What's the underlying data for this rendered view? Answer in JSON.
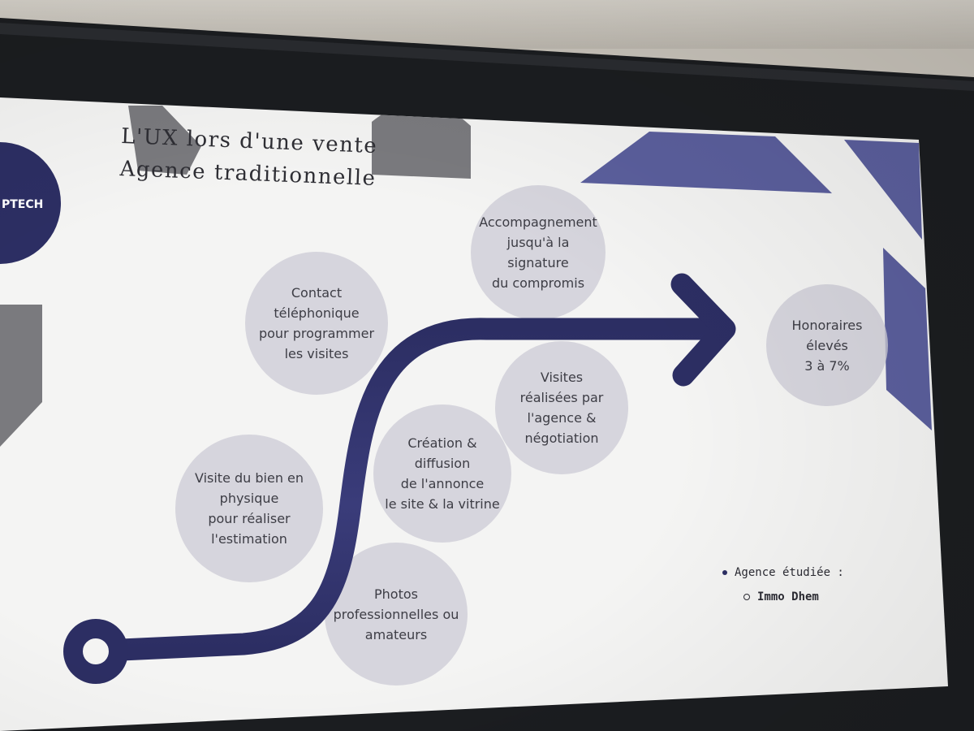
{
  "slide": {
    "title_line1": "L'UX lors d'une vente",
    "title_line2": "Agence traditionnelle",
    "logo_text": "PTECH",
    "colors": {
      "navy": "#2c2e63",
      "slate": "#5b5f9d",
      "gray": "#7a7a7e",
      "bubble": "#cdccd6",
      "background": "#f4f4f3"
    }
  },
  "steps": [
    {
      "id": "visite",
      "text": "Visite du bien en\nphysique\npour réaliser\nl'estimation"
    },
    {
      "id": "photos",
      "text": "Photos\nprofessionnelles ou\namateurs"
    },
    {
      "id": "contact",
      "text": "Contact\ntéléphonique\npour programmer\nles visites"
    },
    {
      "id": "creation",
      "text": "Création &\ndiffusion\nde l'annonce\nle site & la vitrine"
    },
    {
      "id": "visites-agence",
      "text": "Visites\nréalisées par\nl'agence &\nnégotiation"
    },
    {
      "id": "accompagnement",
      "text": "Accompagnement\njusqu'à la\nsignature\ndu compromis"
    },
    {
      "id": "honoraires",
      "text": "Honoraires\nélevés\n3 à 7%"
    }
  ],
  "legend": {
    "heading": "Agence étudiée :",
    "agency": "Immo Dhem"
  }
}
